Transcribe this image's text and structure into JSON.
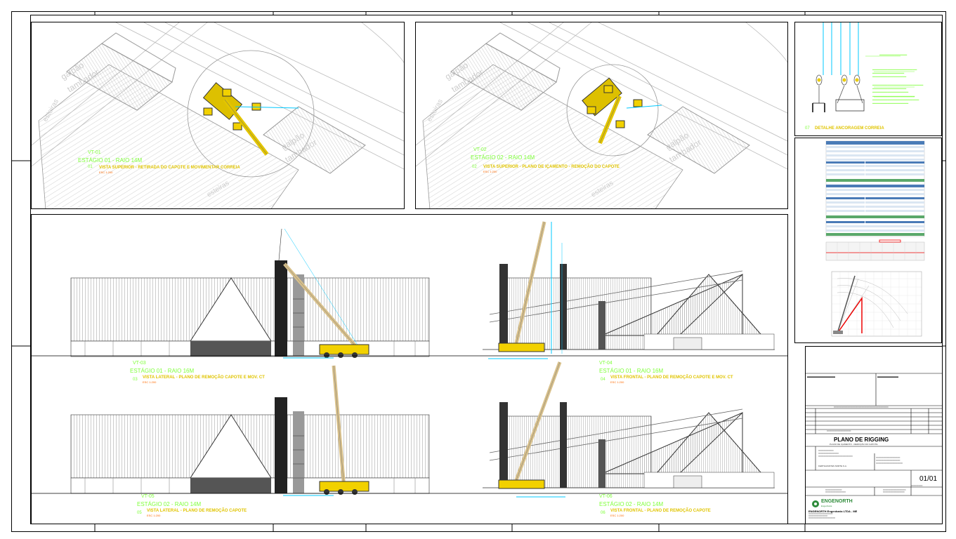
{
  "view_labels": {
    "top_left": {
      "code": "VT-01",
      "stage": "ESTÁGIO 01 - RAIO 14M",
      "title": "VISTA SUPERIOR - RETIRADA DO CAPOTE E MOVIMENTAR CORREIA",
      "num": "01",
      "scale": "ESC 1:200"
    },
    "top_mid": {
      "code": "VT-02",
      "stage": "ESTÁGIO 02 - RAIO 14M",
      "title": "VISTA SUPERIOR - PLANO DE IÇAMENTO - REMOÇÃO DO CAPOTE",
      "num": "02",
      "scale": "ESC 1:200"
    },
    "lateral1": {
      "code": "VT-03",
      "stage": "ESTÁGIO 01 - RAIO 16M",
      "title": "VISTA LATERAL - PLANO DE REMOÇÃO CAPOTE E MOV. CT",
      "num": "03",
      "scale": "ESC 1:200"
    },
    "frontal1": {
      "code": "VT-04",
      "stage": "ESTÁGIO 01 - RAIO 16M",
      "title": "VISTA FRONTAL - PLANO DE REMOÇÃO CAPOTE E MOV. CT",
      "num": "04",
      "scale": "ESC 1:200"
    },
    "lateral2": {
      "code": "VT-05",
      "stage": "ESTÁGIO 02 - RAIO 14M",
      "title": "VISTA LATERAL - PLANO DE REMOÇÃO CAPOTE",
      "num": "05",
      "scale": "ESC 1:200"
    },
    "frontal2": {
      "code": "VT-06",
      "stage": "ESTÁGIO 02 - RAIO 14M",
      "title": "VISTA FRONTAL - PLANO DE REMOÇÃO CAPOTE",
      "num": "06",
      "scale": "ESC 1:200"
    },
    "detail": {
      "title": "DETALHE ANCORAGEM CORREIA",
      "num": "07"
    }
  },
  "building_labels": {
    "galpao": "galpão",
    "tambador": "tambador",
    "esteiras": "esteiras"
  },
  "title_block": {
    "drawing_title": "PLANO DE RIGGING",
    "subtitle": "PLANO DE IÇAMENTO - REMOÇÃO DO CAPOTE",
    "sheet": "01/01",
    "company": "ENGENORTH",
    "company_sub": "Engenharia",
    "company_full": "ENGENORTH Engenharia LTDA - ME",
    "client": "FERTILIZANTES NORTE S.A."
  }
}
